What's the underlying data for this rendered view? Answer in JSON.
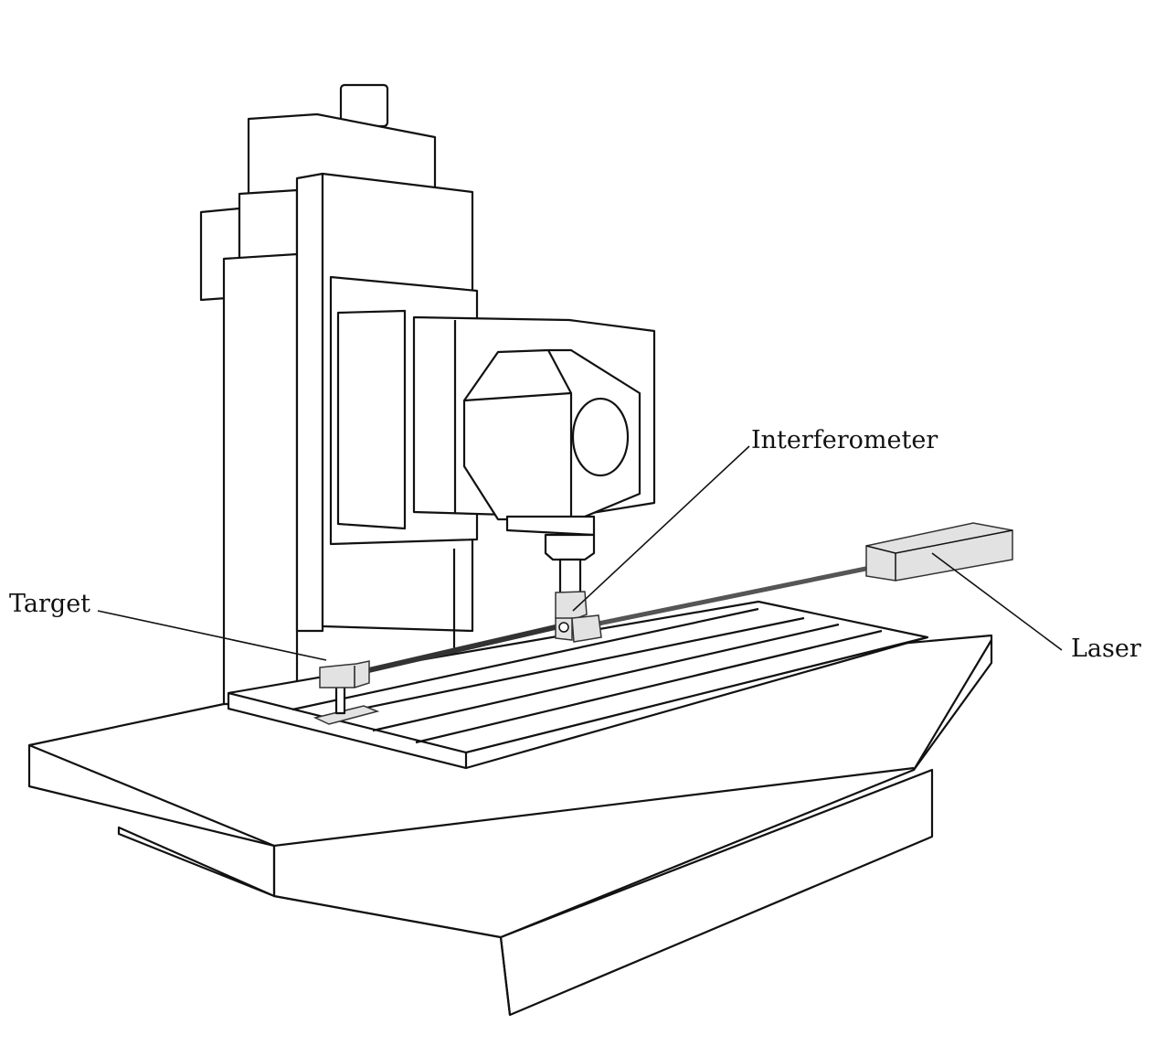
{
  "labels": {
    "interferometer": "Interferometer",
    "target": "Target",
    "laser": "Laser"
  },
  "colors": {
    "line": "#111111",
    "component_fill": "#e2e2e2",
    "beam": "#3a3a3a"
  }
}
